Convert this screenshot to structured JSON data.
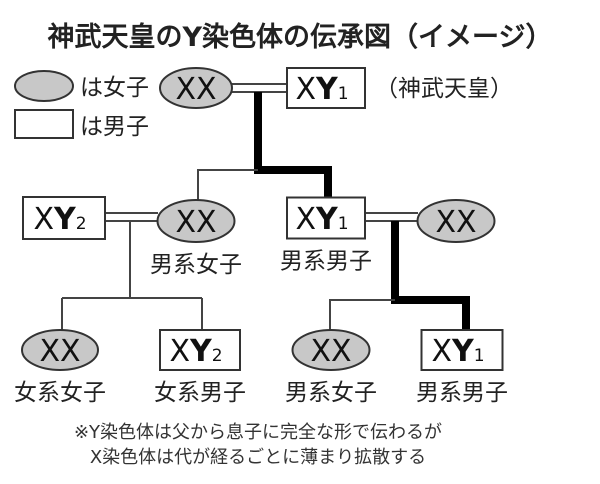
{
  "title": "神武天皇のY染色体の伝承図（イメージ）",
  "legend": {
    "female": "は女子",
    "male": "は男子"
  },
  "emperor_note": "（神武天皇）",
  "genes": {
    "xx": "XX",
    "x": "X",
    "y": "Y",
    "y1_sub": "1",
    "y2_sub": "2"
  },
  "nodes": {
    "gen1_mother": {
      "type": "female",
      "sub": ""
    },
    "gen1_father": {
      "type": "male",
      "sub": "1"
    },
    "gen2_inlaw_male": {
      "type": "male",
      "sub": "2"
    },
    "gen2_daughter": {
      "type": "female",
      "label": "男系女子"
    },
    "gen2_son": {
      "type": "male",
      "sub": "1",
      "label": "男系男子"
    },
    "gen2_inlaw_female": {
      "type": "female"
    },
    "gen3_a": {
      "type": "female",
      "label": "女系女子"
    },
    "gen3_b": {
      "type": "male",
      "sub": "2",
      "label": "女系男子"
    },
    "gen3_c": {
      "type": "female",
      "label": "男系女子"
    },
    "gen3_d": {
      "type": "male",
      "sub": "1",
      "label": "男系男子"
    }
  },
  "footnote": [
    "※Y染色体は父から息子に完全な形で伝わるが",
    "X染色体は代が経るごとに薄まり拡散する"
  ]
}
